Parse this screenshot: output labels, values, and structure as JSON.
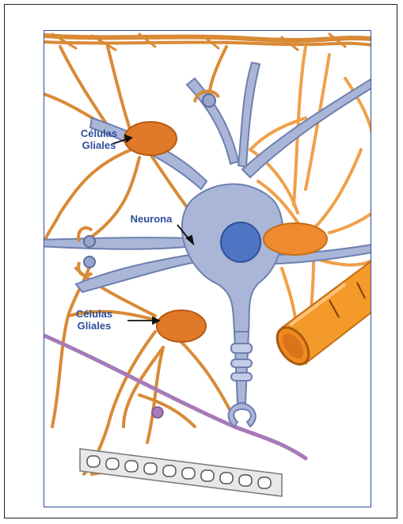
{
  "labels": {
    "glial_top": [
      "Células",
      "Gliales"
    ],
    "neuron": "Neurona",
    "glial_bottom": [
      "Células",
      "Gliales"
    ]
  },
  "colors": {
    "glial_fibers": "#d98a36",
    "glial_body": "#e07a2a",
    "neuron_body": "#a9b6d8",
    "neuron_outline": "#6e7fb0",
    "nucleus": "#4f74c4",
    "label_text": "#2e4d98",
    "vessel": "#f08a20",
    "nerve_fiber": "#a77ab8",
    "frame_border": "#2a4f9c"
  },
  "icons": {
    "glia": "orange-glial-cell",
    "neuron": "blue-neuron",
    "vessel": "orange-blood-vessel"
  }
}
